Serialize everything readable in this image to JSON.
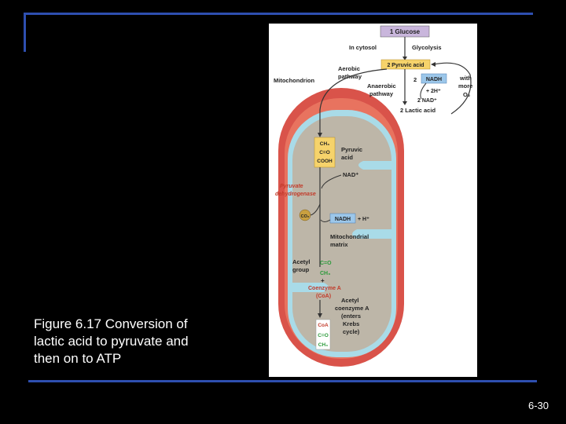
{
  "caption": {
    "line1": "Figure 6.17 Conversion of",
    "line2": "lactic acid to pyruvate and",
    "line3": "then on to ATP"
  },
  "slide_number": "6-30",
  "colors": {
    "background": "#000000",
    "rule": "#2e4fb0",
    "membrane_outer": "#d9534a",
    "intermembrane": "#a9dbe8",
    "matrix": "#bdb6a8",
    "label_box_yellow": "#f6d36b",
    "label_box_purple": "#c9b6dc",
    "enzyme_text": "#c23a2a",
    "acetyl_text": "#2a9a3a"
  },
  "diagram": {
    "glucose": "1 Glucose",
    "in_cytosol": "In cytosol",
    "glycolysis": "Glycolysis",
    "pyruvic_top": "2 Pyruvic acid",
    "aerobic_1": "Aerobic",
    "aerobic_2": "pathway",
    "mitochondrion": "Mitochondrion",
    "anaerobic_1": "Anaerobic",
    "anaerobic_2": "pathway",
    "two": "2",
    "nadh_top": "NADH",
    "plus_2h": "+ 2H⁺",
    "two_nad": "2 NAD⁺",
    "lactic": "2 Lactic acid",
    "with_1": "with",
    "with_2": "more",
    "with_3": "O₂",
    "ch3": "CH₃",
    "co": "C=O",
    "cooh": "COOH",
    "pyruvic_1": "Pyruvic",
    "pyruvic_2": "acid",
    "nad_plus": "NAD⁺",
    "enzyme_1": "Pyruvate",
    "enzyme_2": "dehydrogenase",
    "co2": "CO₂",
    "nadh_mid": "NADH",
    "plus_h": "+ H⁺",
    "matrix_1": "Mitochondrial",
    "matrix_2": "matrix",
    "acetyl_1": "Acetyl",
    "acetyl_2": "group",
    "acetyl_c": "C=O",
    "acetyl_ch3": "CH₃",
    "plus": "+",
    "coenzyme_1": "Coenzyme A",
    "coenzyme_2": "(CoA)",
    "enters_1": "Acetyl",
    "enters_2": "coenzyme A",
    "enters_3": "(enters",
    "enters_4": "Krebs",
    "enters_5": "cycle)",
    "coa": "CoA",
    "coa_c": "C=O",
    "coa_ch3": "CH₃"
  }
}
